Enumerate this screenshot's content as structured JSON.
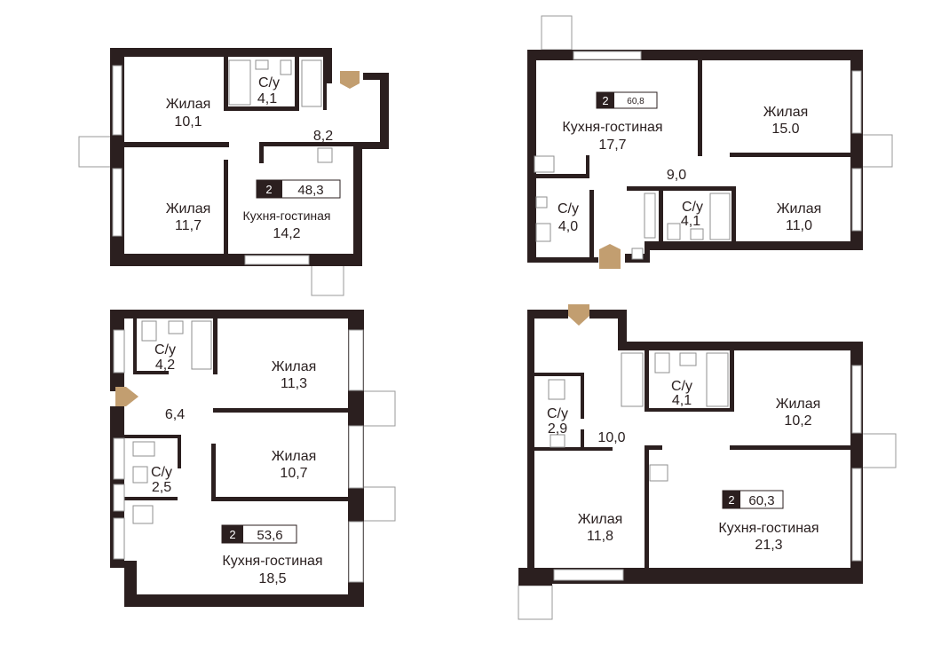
{
  "plans": [
    {
      "id": "plan-top-left",
      "badge": {
        "rooms": "2",
        "area": "48,3"
      },
      "rooms": [
        {
          "name": "Жилая",
          "area": "10,1"
        },
        {
          "name": "С/у",
          "area": "4,1"
        },
        {
          "name": "",
          "area": "8,2"
        },
        {
          "name": "Жилая",
          "area": "11,7"
        },
        {
          "name": "Кухня-гостиная",
          "area": "14,2"
        }
      ]
    },
    {
      "id": "plan-top-right",
      "badge": {
        "rooms": "2",
        "area": "60,8"
      },
      "rooms": [
        {
          "name": "Кухня-гостиная",
          "area": "17,7"
        },
        {
          "name": "Жилая",
          "area": "15.0"
        },
        {
          "name": "",
          "area": "9,0"
        },
        {
          "name": "С/у",
          "area": "4,0"
        },
        {
          "name": "С/у",
          "area": "4,1"
        },
        {
          "name": "Жилая",
          "area": "11,0"
        }
      ]
    },
    {
      "id": "plan-bottom-left",
      "badge": {
        "rooms": "2",
        "area": "53,6"
      },
      "rooms": [
        {
          "name": "С/у",
          "area": "4,2"
        },
        {
          "name": "Жилая",
          "area": "11,3"
        },
        {
          "name": "",
          "area": "6,4"
        },
        {
          "name": "С/у",
          "area": "2,5"
        },
        {
          "name": "Жилая",
          "area": "10,7"
        },
        {
          "name": "Кухня-гостиная",
          "area": "18,5"
        }
      ]
    },
    {
      "id": "plan-bottom-right",
      "badge": {
        "rooms": "2",
        "area": "60,3"
      },
      "rooms": [
        {
          "name": "С/у",
          "area": "2,9"
        },
        {
          "name": "С/у",
          "area": "4,1"
        },
        {
          "name": "Жилая",
          "area": "10,2"
        },
        {
          "name": "",
          "area": "10,0"
        },
        {
          "name": "Жилая",
          "area": "11,8"
        },
        {
          "name": "Кухня-гостиная",
          "area": "21,3"
        }
      ]
    }
  ]
}
